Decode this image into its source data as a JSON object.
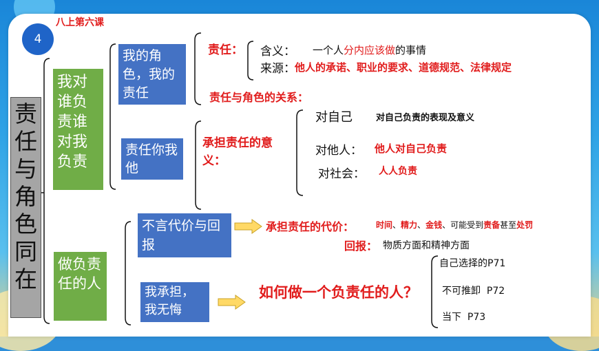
{
  "lesson_label": "八上第六课",
  "badge_number": "4",
  "main_title": "责任与角色同在",
  "branches": {
    "upper": "我对谁负责谁对我负责",
    "lower": "做负责任的人"
  },
  "sub_boxes": {
    "role": "我的角色，我的责任",
    "share": "责任你我他",
    "cost": "不言代价与回报",
    "no_regret": "我承担，我无悔"
  },
  "responsibility": {
    "heading": "责任：",
    "meaning_label": "含义：",
    "meaning_pre": "一个人",
    "meaning_red": "分内应该做",
    "meaning_post": "的事情",
    "source_label": "来源：",
    "source_text": "他人的承诺、职业的要求、道德规范、法律规定",
    "relation": "责任与角色的关系："
  },
  "significance": {
    "heading": "承担责任的意义：",
    "self_label": "对自己",
    "self_text": "对自己负责的表现及意义",
    "others_label": "对他人：",
    "others_text": "他人对自己负责",
    "society_label": "对社会：",
    "society_text": "人人负责"
  },
  "cost": {
    "heading": "承担责任的代价：",
    "items": [
      "时间",
      "、",
      "精力",
      "、",
      "金钱",
      "、可能受到",
      "责备",
      "甚至",
      "处罚"
    ],
    "return_label": "回报：",
    "return_text": "物质方面和精神方面"
  },
  "how": {
    "question": "如何做一个负责任的人？",
    "items": [
      "自己选择的P71",
      "不可推卸  P72",
      "当下  P73"
    ]
  }
}
